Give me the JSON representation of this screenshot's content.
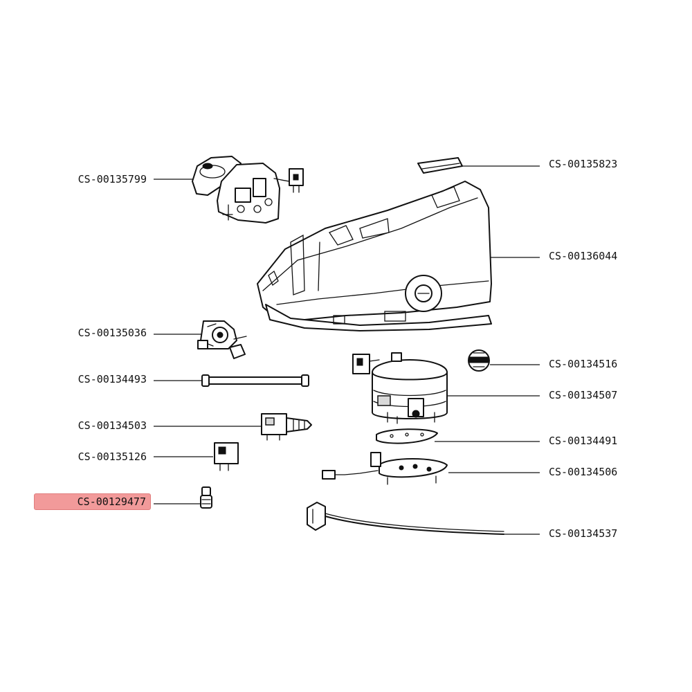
{
  "parts": {
    "p135799": "CS-00135799",
    "p135823": "CS-00135823",
    "p136044": "CS-00136044",
    "p135036": "CS-00135036",
    "p134516": "CS-00134516",
    "p134493": "CS-00134493",
    "p134507": "CS-00134507",
    "p134503": "CS-00134503",
    "p134491": "CS-00134491",
    "p135126": "CS-00135126",
    "p134506": "CS-00134506",
    "p129477": "CS-00129477",
    "p134537": "CS-00134537"
  },
  "highlight": {
    "part": "CS-00129477",
    "color": "#f29a9a"
  }
}
